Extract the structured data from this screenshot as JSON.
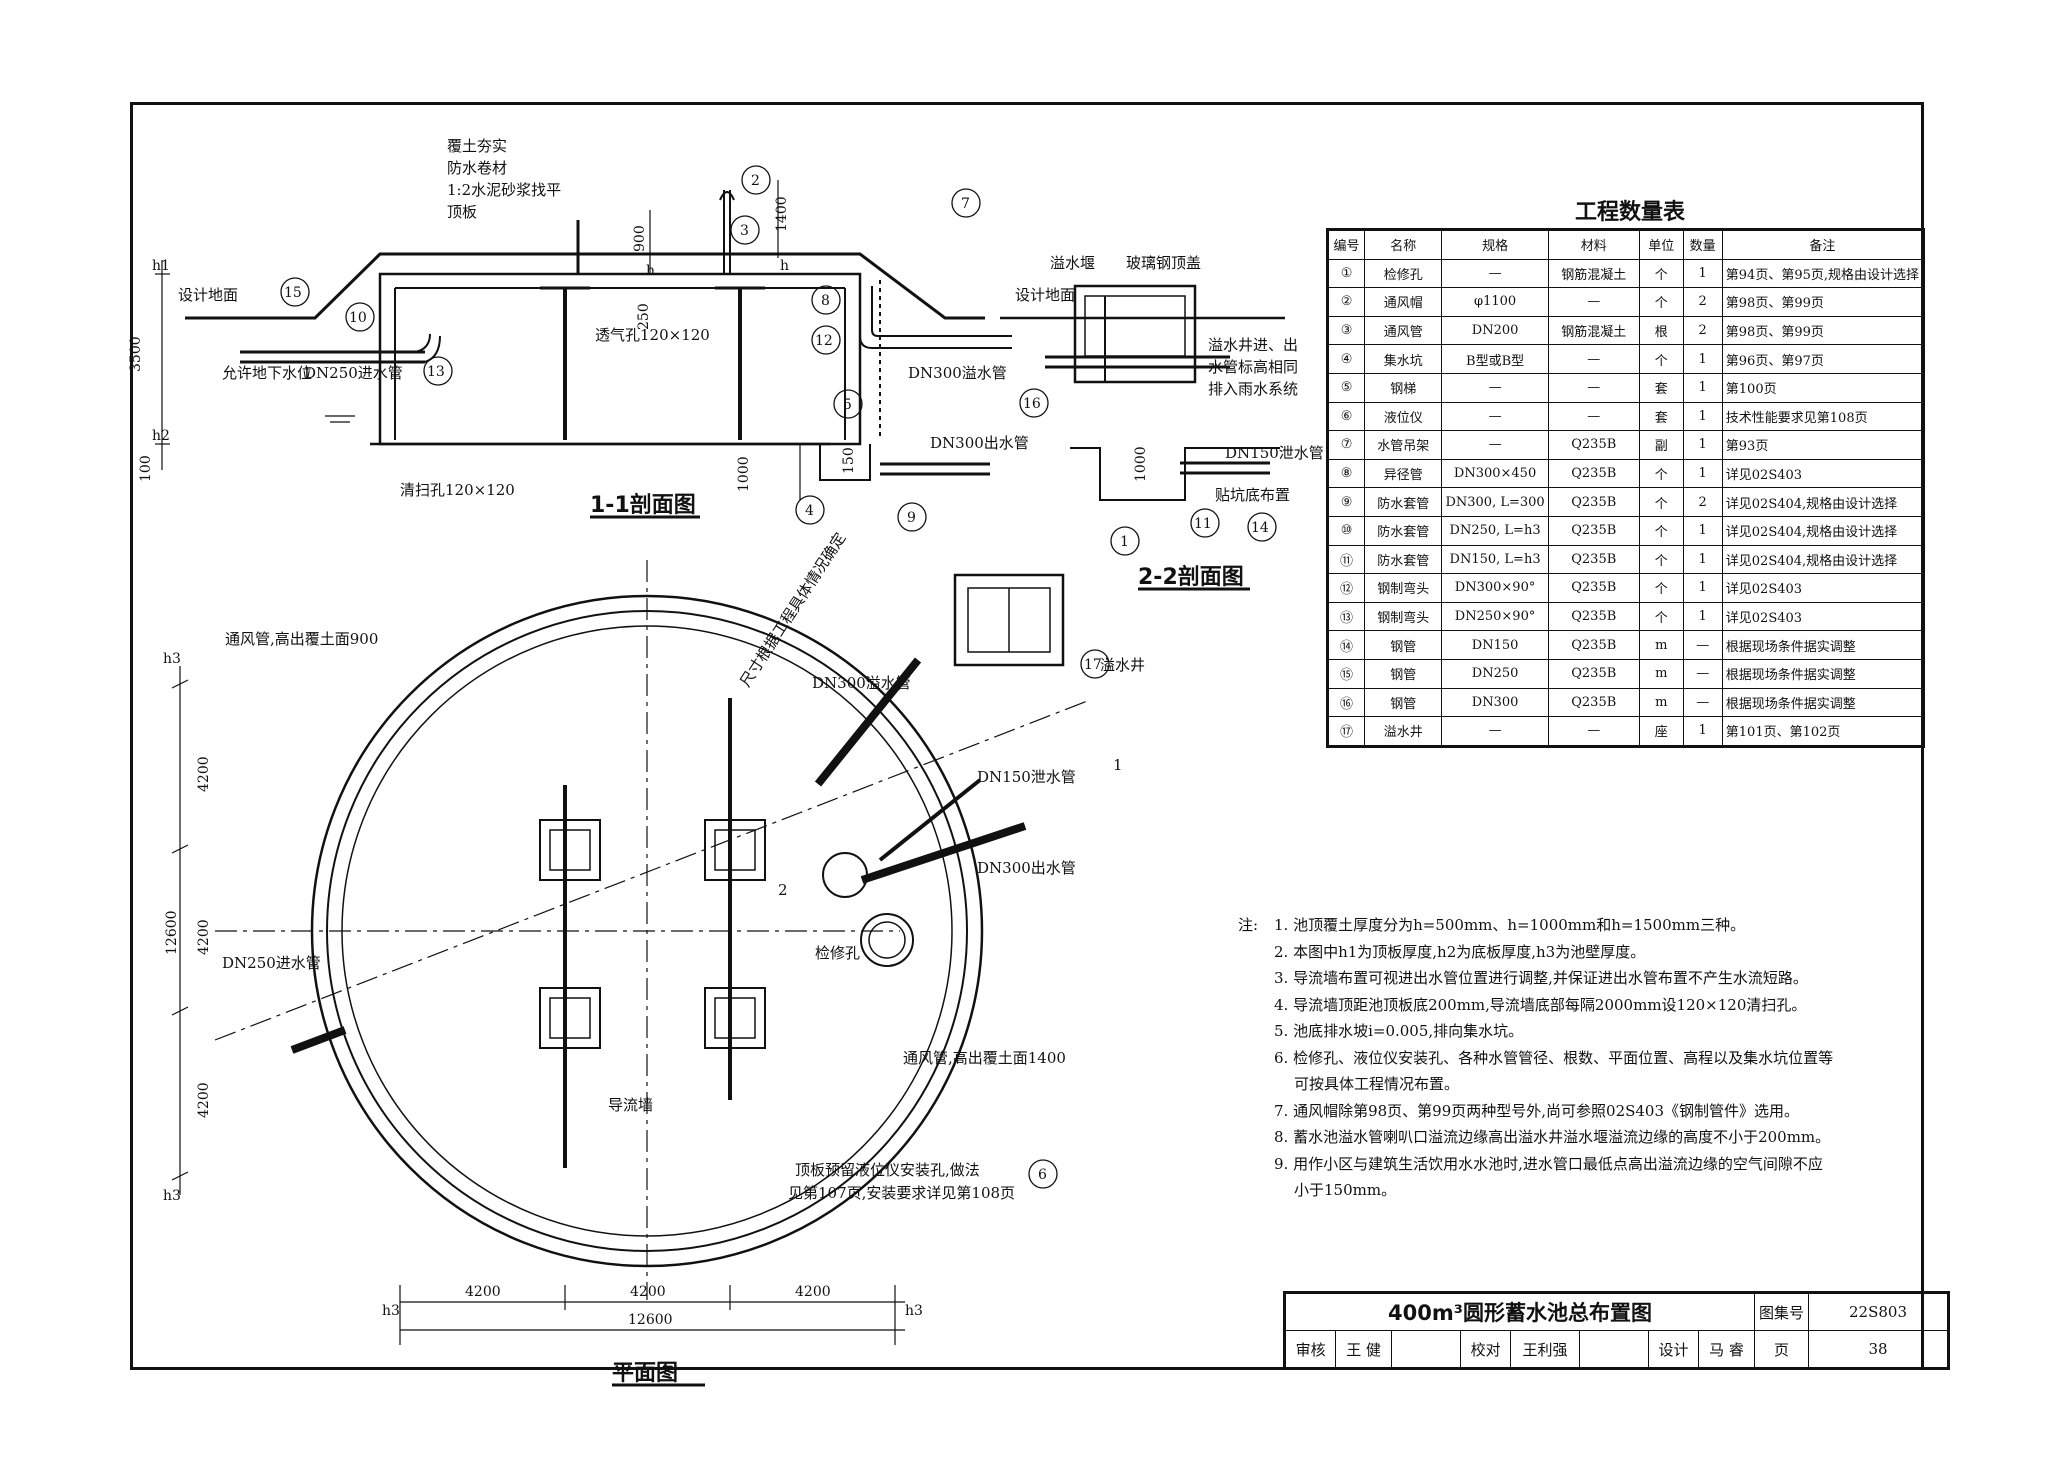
{
  "table": {
    "title": "工程数量表",
    "headers": [
      "编号",
      "名称",
      "规格",
      "材料",
      "单位",
      "数量",
      "备注"
    ],
    "rows": [
      [
        "①",
        "检修孔",
        "—",
        "钢筋混凝土",
        "个",
        "1",
        "第94页、第95页,规格由设计选择"
      ],
      [
        "②",
        "通风帽",
        "φ1100",
        "—",
        "个",
        "2",
        "第98页、第99页"
      ],
      [
        "③",
        "通风管",
        "DN200",
        "钢筋混凝土",
        "根",
        "2",
        "第98页、第99页"
      ],
      [
        "④",
        "集水坑",
        "B型或B型",
        "—",
        "个",
        "1",
        "第96页、第97页"
      ],
      [
        "⑤",
        "钢梯",
        "—",
        "—",
        "套",
        "1",
        "第100页"
      ],
      [
        "⑥",
        "液位仪",
        "—",
        "—",
        "套",
        "1",
        "技术性能要求见第108页"
      ],
      [
        "⑦",
        "水管吊架",
        "—",
        "Q235B",
        "副",
        "1",
        "第93页"
      ],
      [
        "⑧",
        "异径管",
        "DN300×450",
        "Q235B",
        "个",
        "1",
        "详见02S403"
      ],
      [
        "⑨",
        "防水套管",
        "DN300, L=300",
        "Q235B",
        "个",
        "2",
        "详见02S404,规格由设计选择"
      ],
      [
        "⑩",
        "防水套管",
        "DN250, L=h3",
        "Q235B",
        "个",
        "1",
        "详见02S404,规格由设计选择"
      ],
      [
        "⑪",
        "防水套管",
        "DN150, L=h3",
        "Q235B",
        "个",
        "1",
        "详见02S404,规格由设计选择"
      ],
      [
        "⑫",
        "钢制弯头",
        "DN300×90°",
        "Q235B",
        "个",
        "1",
        "详见02S403"
      ],
      [
        "⑬",
        "钢制弯头",
        "DN250×90°",
        "Q235B",
        "个",
        "1",
        "详见02S403"
      ],
      [
        "⑭",
        "钢管",
        "DN150",
        "Q235B",
        "m",
        "—",
        "根据现场条件据实调整"
      ],
      [
        "⑮",
        "钢管",
        "DN250",
        "Q235B",
        "m",
        "—",
        "根据现场条件据实调整"
      ],
      [
        "⑯",
        "钢管",
        "DN300",
        "Q235B",
        "m",
        "—",
        "根据现场条件据实调整"
      ],
      [
        "⑰",
        "溢水井",
        "—",
        "—",
        "座",
        "1",
        "第101页、第102页"
      ]
    ]
  },
  "notes": {
    "label": "注:",
    "items": [
      "1. 池顶覆土厚度分为h=500mm、h=1000mm和h=1500mm三种。",
      "2. 本图中h1为顶板厚度,h2为底板厚度,h3为池壁厚度。",
      "3. 导流墙布置可视进出水管位置进行调整,并保证进出水管布置不产生水流短路。",
      "4. 导流墙顶距池顶板底200mm,导流墙底部每隔2000mm设120×120清扫孔。",
      "5. 池底排水坡i=0.005,排向集水坑。",
      "6. 检修孔、液位仪安装孔、各种水管管径、根数、平面位置、高程以及集水坑位置等",
      "可按具体工程情况布置。",
      "7. 通风帽除第98页、第99页两种型号外,尚可参照02S403《钢制管件》选用。",
      "8. 蓄水池溢水管喇叭口溢流边缘高出溢水井溢水堰溢流边缘的高度不小于200mm。",
      "9. 用作小区与建筑生活饮用水水池时,进水管口最低点高出溢流边缘的空气间隙不应",
      "小于150mm。"
    ]
  },
  "titleblock": {
    "title": "400m³圆形蓄水池总布置图",
    "atlas_label": "图集号",
    "atlas_no": "22S803",
    "review_label": "审核",
    "reviewer": "王 健",
    "check_label": "校对",
    "checker": "王利强",
    "design_label": "设计",
    "designer": "马 睿",
    "page_label": "页",
    "page_no": "38"
  },
  "section11": {
    "title": "1-1剖面图",
    "layers": [
      "覆土夯实",
      "防水卷材",
      "1:2水泥砂浆找平",
      "顶板"
    ],
    "ground": "设计地面",
    "groundwater": "允许地下水位",
    "inlet": "DN250进水管",
    "vent_hole": "透气孔120×120",
    "clean_hole": "清扫孔120×120",
    "overflow": "DN300溢水管",
    "outlet": "DN300出水管",
    "dim_900": "900",
    "dim_1400": "1400",
    "dim_250": "250",
    "dim_3500": "3500",
    "dim_100": "100",
    "dim_1000": "1000",
    "dim_150": "150",
    "h": "h",
    "h1": "h1",
    "h2": "h2"
  },
  "section22": {
    "title": "2-2剖面图",
    "weir": "溢水堰",
    "cover": "玻璃钢顶盖",
    "ground": "设计地面",
    "note1": "溢水井进、出",
    "note2": "水管标高相同",
    "note3": "排入雨水系统",
    "drain": "DN150泄水管",
    "bottom": "贴坑底布置",
    "dim_1000": "1000"
  },
  "plan": {
    "title": "平面图",
    "vent900": "通风管,高出覆土面900",
    "vent1400": "通风管,高出覆土面1400",
    "size_note": "尺寸根据工程具体情况确定",
    "overflow": "DN300溢水管",
    "overflow_well": "溢水井",
    "drain": "DN150泄水管",
    "outlet": "DN300出水管",
    "inlet": "DN250进水管",
    "manhole": "检修孔",
    "wall": "导流墙",
    "level_note1": "顶板预留液位仪安装孔,做法",
    "level_note2": "见第107页,安装要求详见第108页",
    "dims_v": [
      "4200",
      "4200",
      "4200"
    ],
    "dim_total": "12600",
    "dims_h": [
      "4200",
      "4200",
      "4200"
    ],
    "h3": "h3",
    "sec1": "1",
    "sec2": "2"
  },
  "callouts": [
    "1",
    "2",
    "3",
    "4",
    "5",
    "6",
    "7",
    "8",
    "9",
    "10",
    "11",
    "12",
    "13",
    "14",
    "15",
    "16",
    "17"
  ]
}
